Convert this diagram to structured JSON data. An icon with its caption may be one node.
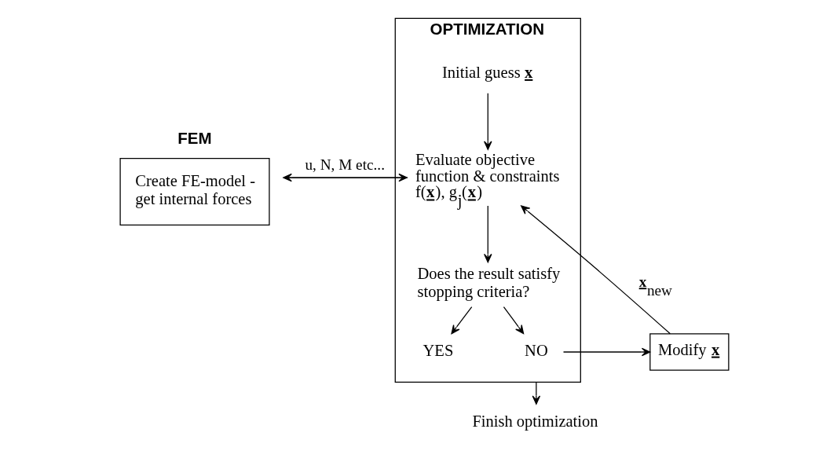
{
  "diagram": {
    "nodes": [
      {
        "text": [
          "FEM",
          "Create FE-model - get internal forces"
        ]
      },
      {
        "text": [
          "OPTIMIZATION"
        ]
      },
      {
        "text": [
          "Initial guess **x**"
        ],
        "in": 1
      },
      {
        "text": [
          "Evaluate objective function & constraints f(**x**), g$_{j}$(**x**)"
        ],
        "in": 1
      },
      {
        "text": [
          "Does the result satisfy stopping criteria?"
        ],
        "in": 1
      },
      {
        "text": [
          "YES"
        ],
        "in": 1
      },
      {
        "text": [
          "NO"
        ],
        "in": 1
      },
      {
        "text": [
          "Modify **x**"
        ]
      },
      {
        "text": [
          "Finish optimization"
        ]
      }
    ],
    "edges": [
      {
        "from": 2,
        "to": 3,
        "arrow": "to"
      },
      {
        "from": 3,
        "to": 0,
        "arrow": "to"
      },
      {
        "from": 0,
        "to": 3,
        "arrow": "to",
        "label": "u, N, M etc..."
      },
      {
        "from": 3,
        "to": 4,
        "arrow": "to"
      },
      {
        "from": 4,
        "to": 5,
        "arrow": "to"
      },
      {
        "from": 4,
        "to": 6,
        "arrow": "to"
      },
      {
        "from": 6,
        "to": 7,
        "arrow": "to"
      },
      {
        "from": 7,
        "to": 3,
        "arrow": "to",
        "label": "**x**$_{new}$"
      },
      {
        "from": 1,
        "to": 8,
        "arrow": "to"
      }
    ]
  }
}
